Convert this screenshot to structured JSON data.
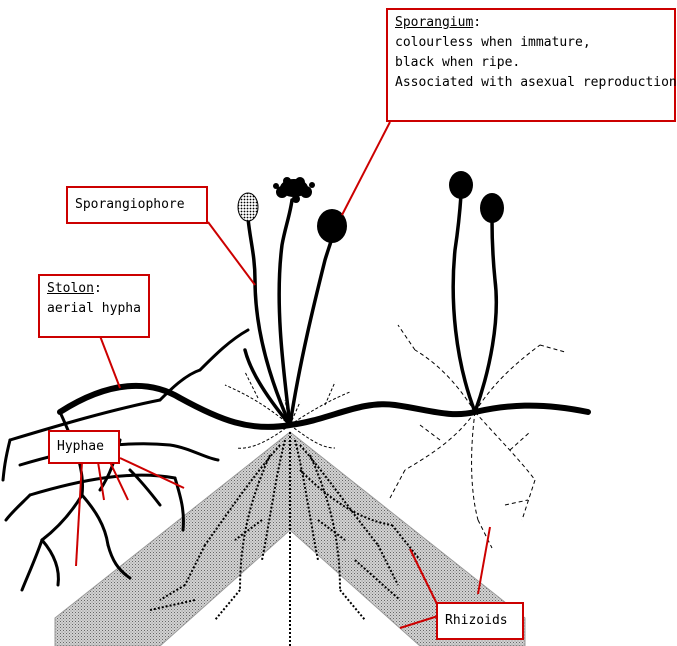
{
  "colors": {
    "label_border": "#cc0000",
    "pointer_line": "#cc0000",
    "fungus": "#000000",
    "substrate_fill": "#c4c4c4",
    "background": "#ffffff"
  },
  "labels": {
    "sporangium": {
      "title": "Sporangium",
      "suffix": ":",
      "line1": "colourless when immature,",
      "line2": "black when ripe.",
      "line3": "Associated with asexual reproduction"
    },
    "sporangiophore": {
      "title": "Sporangiophore"
    },
    "stolon": {
      "title": "Stolon",
      "suffix": ":",
      "line1": "aerial hypha"
    },
    "hyphae": {
      "title": "Hyphae"
    },
    "rhizoids": {
      "title": "Rhizoids"
    }
  }
}
